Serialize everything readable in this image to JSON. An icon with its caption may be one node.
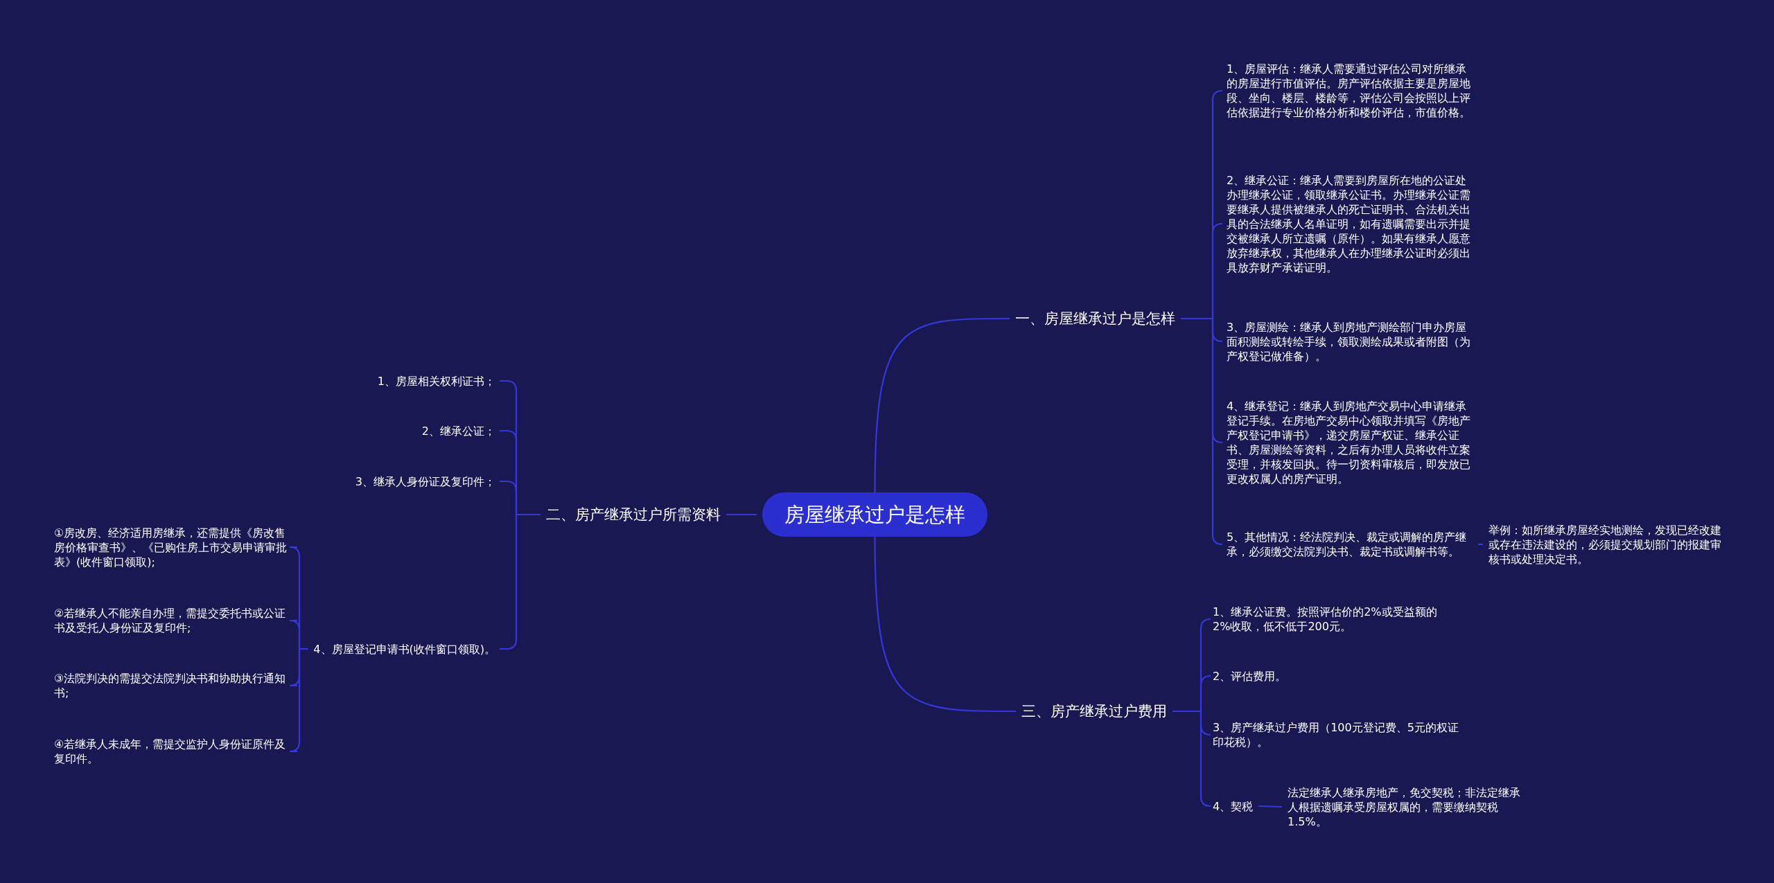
{
  "diagram": {
    "nodes": [
      {
        "text": [
          "房屋继承过户是怎样"
        ]
      },
      {
        "text": [
          "一、房屋继承过户是怎样"
        ]
      },
      {
        "text": [
          "1、房屋评估：继承人需要通过评估公司对所继承的房屋进行市值评估。房产评估依据主要是房屋地段、坐向、楼层、楼龄等，评估公司会按照以上评估依据进行专业价格分析和楼价评估，市值价格。"
        ]
      },
      {
        "text": [
          "2、继承公证：继承人需要到房屋所在地的公证处办理继承公证，领取继承公证书。办理继承公证需要继承人提供被继承人的死亡证明书、合法机关出具的合法继承人名单证明，如有遗嘱需要出示并提交被继承人所立遗嘱（原件）。如果有继承人愿意放弃继承权，其他继承人在办理继承公证时必须出具放弃财产承诺证明。"
        ]
      },
      {
        "text": [
          "3、房屋测绘：继承人到房地产测绘部门申办房屋面积测绘或转绘手续，领取测绘成果或者附图（为产权登记做准备）。"
        ]
      },
      {
        "text": [
          "4、继承登记：继承人到房地产交易中心申请继承登记手续。在房地产交易中心领取并填写《房地产产权登记申请书》，递交房屋产权证、继承公证书、房屋测绘等资料，之后有办理人员将收件立案受理，并核发回执。待一切资料审核后，即发放已更改权属人的房产证明。"
        ]
      },
      {
        "text": [
          "5、其他情况：经法院判决、裁定或调解的房产继承，必须缴交法院判决书、裁定书或调解书等。"
        ]
      },
      {
        "text": [
          "举例：如所继承房屋经实地测绘，发现已经改建或存在违法建设的，必须提交规划部门的报建审核书或处理决定书。"
        ]
      },
      {
        "text": [
          "三、房产继承过户费用"
        ]
      },
      {
        "text": [
          "1、继承公证费。按照评估价的2%或受益额的2%收取，低不低于200元。"
        ]
      },
      {
        "text": [
          "2、评估费用。"
        ]
      },
      {
        "text": [
          "3、房产继承过户费用（100元登记费、5元的权证印花税）。"
        ]
      },
      {
        "text": [
          "4、契税"
        ]
      },
      {
        "text": [
          "法定继承人继承房地产，免交契税；非法定继承人根据遗嘱承受房屋权属的，需要缴纳契税1.5%。"
        ]
      },
      {
        "text": [
          "二、房产继承过户所需资料"
        ]
      },
      {
        "text": [
          "1、房屋相关权利证书；"
        ]
      },
      {
        "text": [
          "2、继承公证；"
        ]
      },
      {
        "text": [
          "3、继承人身份证及复印件；"
        ]
      },
      {
        "text": [
          "4、房屋登记申请书(收件窗口领取)。"
        ]
      },
      {
        "text": [
          "①房改房、经济适用房继承，还需提供《房改售房价格审查书》、《已购住房上市交易申请审批表》(收件窗口领取);"
        ]
      },
      {
        "text": [
          "②若继承人不能亲自办理，需提交委托书或公证书及受托人身份证及复印件;"
        ]
      },
      {
        "text": [
          "③法院判决的需提交法院判决书和协助执行通知书;"
        ]
      },
      {
        "text": [
          "④若继承人未成年，需提交监护人身份证原件及复印件。"
        ]
      }
    ],
    "edges": [
      {
        "from": 0,
        "to": 1,
        "arrow": "none"
      },
      {
        "from": 1,
        "to": 2,
        "arrow": "none"
      },
      {
        "from": 1,
        "to": 3,
        "arrow": "none"
      },
      {
        "from": 1,
        "to": 4,
        "arrow": "none"
      },
      {
        "from": 1,
        "to": 5,
        "arrow": "none"
      },
      {
        "from": 1,
        "to": 6,
        "arrow": "none"
      },
      {
        "from": 6,
        "to": 7,
        "arrow": "none"
      },
      {
        "from": 0,
        "to": 8,
        "arrow": "none"
      },
      {
        "from": 8,
        "to": 9,
        "arrow": "none"
      },
      {
        "from": 8,
        "to": 10,
        "arrow": "none"
      },
      {
        "from": 8,
        "to": 11,
        "arrow": "none"
      },
      {
        "from": 8,
        "to": 12,
        "arrow": "none"
      },
      {
        "from": 12,
        "to": 13,
        "arrow": "none"
      },
      {
        "from": 0,
        "to": 14,
        "arrow": "none"
      },
      {
        "from": 14,
        "to": 15,
        "arrow": "none"
      },
      {
        "from": 14,
        "to": 16,
        "arrow": "none"
      },
      {
        "from": 14,
        "to": 17,
        "arrow": "none"
      },
      {
        "from": 14,
        "to": 18,
        "arrow": "none"
      },
      {
        "from": 18,
        "to": 19,
        "arrow": "none"
      },
      {
        "from": 18,
        "to": 20,
        "arrow": "none"
      },
      {
        "from": 18,
        "to": 21,
        "arrow": "none"
      },
      {
        "from": 18,
        "to": 22,
        "arrow": "none"
      }
    ]
  }
}
